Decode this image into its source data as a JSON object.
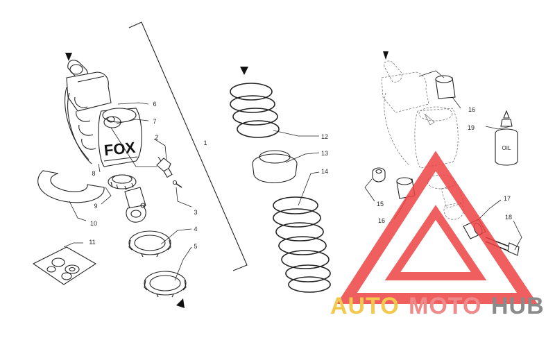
{
  "parts": [
    {
      "id": "part-1",
      "label": "1"
    },
    {
      "id": "part-2",
      "label": "2"
    },
    {
      "id": "part-3",
      "label": "3"
    },
    {
      "id": "part-4",
      "label": "4"
    },
    {
      "id": "part-5",
      "label": "5"
    },
    {
      "id": "part-6",
      "label": "6"
    },
    {
      "id": "part-7",
      "label": "7"
    },
    {
      "id": "part-8",
      "label": "8"
    },
    {
      "id": "part-9",
      "label": "9"
    },
    {
      "id": "part-10",
      "label": "10"
    },
    {
      "id": "part-11",
      "label": "11"
    },
    {
      "id": "part-12",
      "label": "12"
    },
    {
      "id": "part-13",
      "label": "13"
    },
    {
      "id": "part-14",
      "label": "14"
    },
    {
      "id": "part-15",
      "label": "15"
    },
    {
      "id": "part-16a",
      "label": "16"
    },
    {
      "id": "part-16b",
      "label": "16"
    },
    {
      "id": "part-17",
      "label": "17"
    },
    {
      "id": "part-18",
      "label": "18"
    },
    {
      "id": "part-19",
      "label": "19"
    }
  ],
  "shock_brand": "FOX",
  "oil_bottle_label": "OIL",
  "watermark": {
    "auto": "AUTO",
    "moto": "MOTO",
    "hub": "HUB",
    "colors": {
      "auto": "#f2c94c",
      "moto": "#f08a8a",
      "hub": "#8a8a8a",
      "triangle": "#ee4444"
    }
  }
}
